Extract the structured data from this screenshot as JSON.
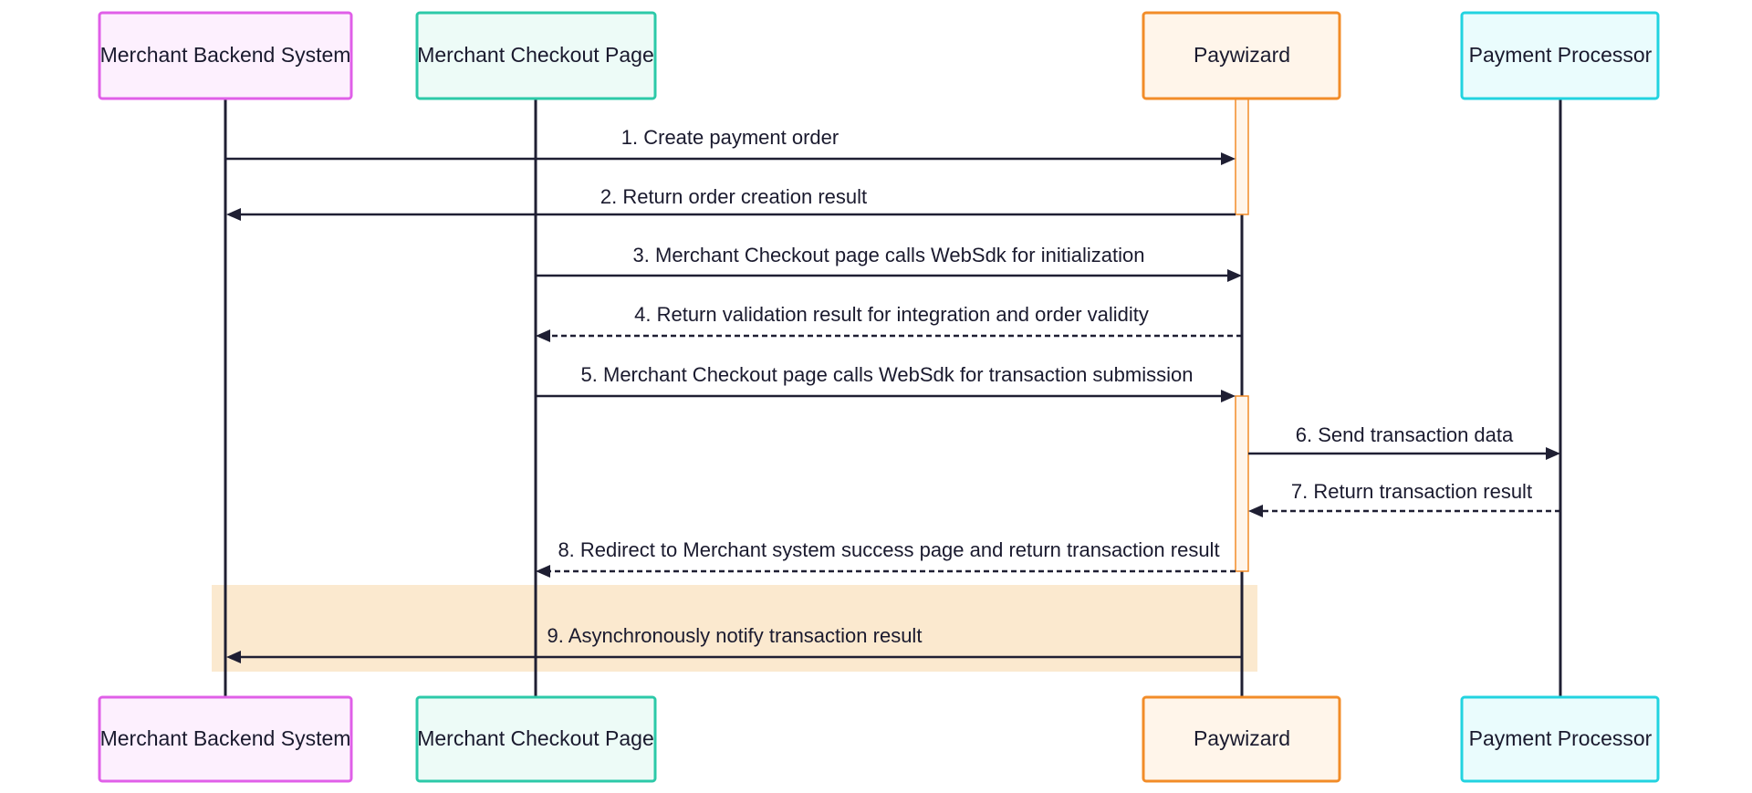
{
  "participants": [
    {
      "id": "backend",
      "label": "Merchant Backend System",
      "border": "#e05fe8",
      "fill": "#fdf0fe"
    },
    {
      "id": "checkout",
      "label": "Merchant Checkout Page",
      "border": "#2cc9a8",
      "fill": "#edfbf7"
    },
    {
      "id": "paywizard",
      "label": "Paywizard",
      "border": "#f28c28",
      "fill": "#fff5ea"
    },
    {
      "id": "processor",
      "label": "Payment Processor",
      "border": "#22d3e0",
      "fill": "#eafcfd"
    }
  ],
  "messages": [
    {
      "from": "backend",
      "to": "paywizard",
      "label": "1. Create payment order",
      "style": "solid"
    },
    {
      "from": "paywizard",
      "to": "backend",
      "label": "2. Return order creation result",
      "style": "solid"
    },
    {
      "from": "checkout",
      "to": "paywizard",
      "label": "3. Merchant Checkout page calls WebSdk for initialization",
      "style": "solid"
    },
    {
      "from": "paywizard",
      "to": "checkout",
      "label": "4. Return validation result for integration and order validity",
      "style": "dashed"
    },
    {
      "from": "checkout",
      "to": "paywizard",
      "label": "5. Merchant Checkout page calls WebSdk for transaction submission",
      "style": "solid"
    },
    {
      "from": "paywizard",
      "to": "processor",
      "label": "6. Send transaction data",
      "style": "solid"
    },
    {
      "from": "processor",
      "to": "paywizard",
      "label": "7. Return transaction result",
      "style": "dashed"
    },
    {
      "from": "paywizard",
      "to": "checkout",
      "label": "8. Redirect to Merchant system success page and return transaction result",
      "style": "dashed"
    },
    {
      "from": "paywizard",
      "to": "backend",
      "label": "9. Asynchronously notify transaction result",
      "style": "solid"
    }
  ],
  "highlight": {
    "color": "#fbe9cf"
  }
}
